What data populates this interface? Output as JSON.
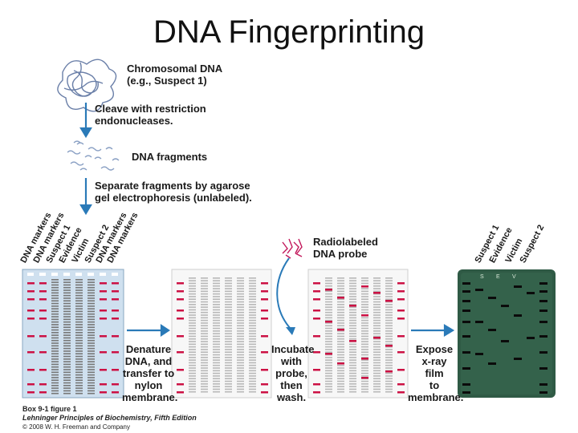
{
  "title": "DNA Fingerprinting",
  "steps": {
    "chromosomal_dna": "Chromosomal DNA",
    "chromosomal_dna_example": "(e.g., Suspect 1)",
    "cleave_line1": "Cleave with restriction",
    "cleave_line2": "endonucleases.",
    "fragments": "DNA fragments",
    "separate_line1": "Separate fragments by agarose",
    "separate_line2": "gel electrophoresis (unlabeled).",
    "probe_line1": "Radiolabeled",
    "probe_line2": "DNA probe",
    "denature_line1": "Denature",
    "denature_line2": "DNA, and",
    "denature_line3": "transfer to",
    "denature_line4": "nylon",
    "denature_line5": "membrane.",
    "incubate_line1": "Incubate",
    "incubate_line2": "with",
    "incubate_line3": "probe,",
    "incubate_line4": "then",
    "incubate_line5": "wash.",
    "expose_line1": "Expose",
    "expose_line2": "x-ray",
    "expose_line3": "film",
    "expose_line4": "to",
    "expose_line5": "membrane."
  },
  "gel_lanes": [
    "DNA markers",
    "DNA markers",
    "Suspect 1",
    "Evidence",
    "Victim",
    "Suspect 2",
    "DNA markers",
    "DNA markers"
  ],
  "film_lanes": [
    "Suspect 1",
    "Evidence",
    "Victim",
    "Suspect 2"
  ],
  "film_lane_letters": [
    "S",
    "E",
    "V"
  ],
  "credit": {
    "figure": "Box 9-1 figure 1",
    "book": "Lehninger Principles of Biochemistry, Fifth Edition",
    "copyright": "© 2008 W. H. Freeman and Company"
  },
  "colors": {
    "arrow": "#2a7ab8",
    "gel": "#cfe0ef",
    "band_red": "#cc1144",
    "band_gray": "#b8b8b8",
    "film": "#2f5a45"
  }
}
